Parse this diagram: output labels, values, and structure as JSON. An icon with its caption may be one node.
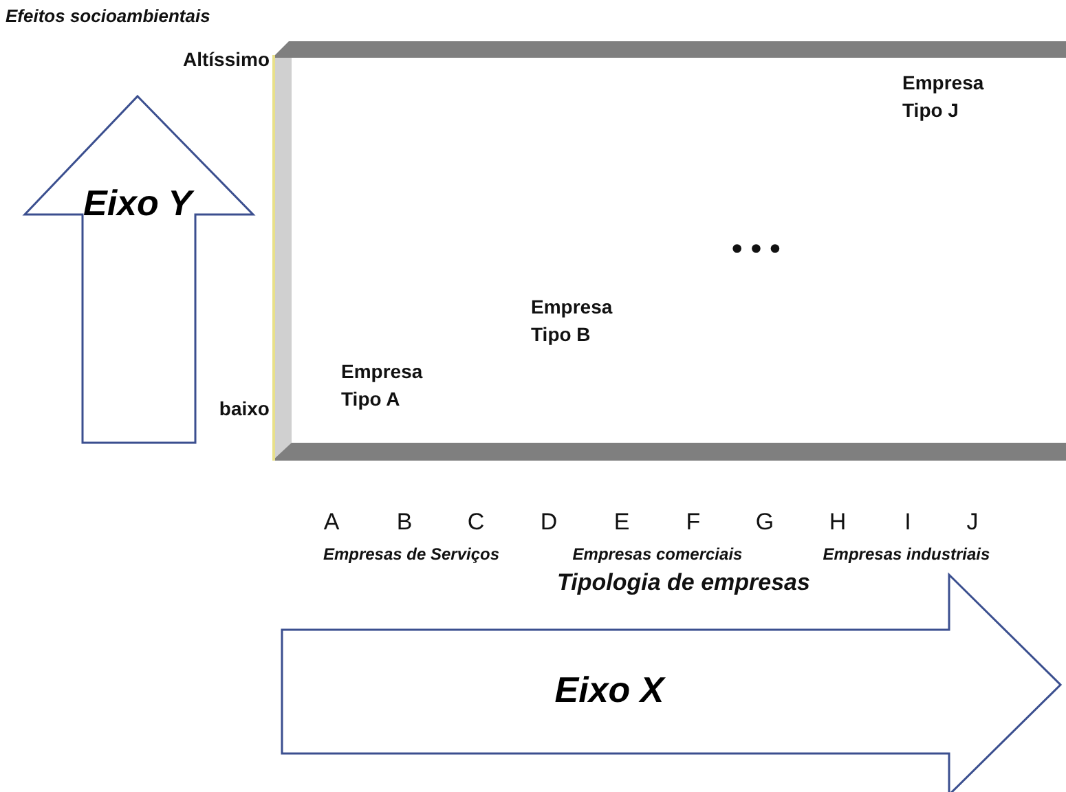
{
  "diagram": {
    "nodes": [
      {
        "text": [
          "Eixo Y"
        ]
      },
      {
        "text": [
          "Eixo X"
        ]
      }
    ],
    "edges": [],
    "labels": [
      "Efeitos socioambientais",
      "Altíssimo",
      "Empresa Tipo J",
      "• • •",
      "Empresa Tipo B",
      "baixo",
      "Empresa Tipo A",
      "A",
      "B",
      "C",
      "D",
      "E",
      "F",
      "G",
      "H",
      "I",
      "J",
      "Empresas de Serviços",
      "Empresas comerciais",
      "Empresas industriais",
      "Tipologia de empresas"
    ]
  }
}
